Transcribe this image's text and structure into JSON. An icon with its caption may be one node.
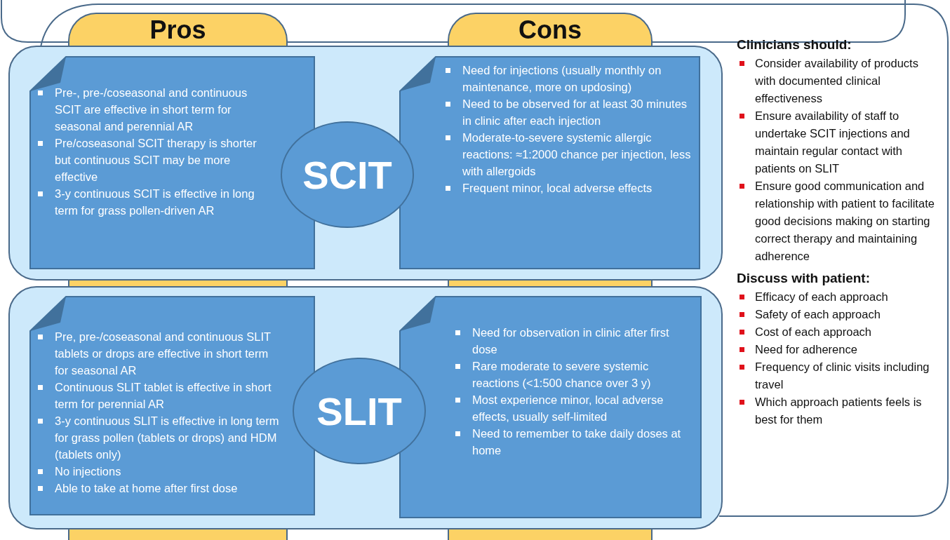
{
  "diagram": {
    "nodes": [
      {
        "text": [
          "Clinicians should:",
          "Consider availability of products with documented clinical effectiveness",
          "Ensure availability of staff to undertake SCIT injections and maintain regular contact with patients on SLIT",
          "Ensure good communication and relationship with patient to facilitate good decisions making on starting correct therapy and maintaining adherence",
          "Discuss with patient:",
          "Efficacy of each approach",
          "Safety  of each approach",
          "Cost of each approach",
          "Need for adherence",
          "Frequency of clinic visits including travel",
          "Which approach patients feels is best for them"
        ]
      },
      {
        "text": [
          "Pros"
        ],
        "in": 0
      },
      {
        "text": [
          "Cons"
        ],
        "in": 0
      },
      {
        "text": [],
        "shape": "box",
        "in": 0
      },
      {
        "text": [
          "Pre-, pre-/coseasonal and continuous SCIT are effective in short term for seasonal and perennial AR",
          "Pre/coseasonal SCIT therapy is shorter but continuous SCIT may be more effective",
          "3-y continuous SCIT is effective in long term for grass pollen-driven AR"
        ],
        "in": 3
      },
      {
        "text": [
          "SCIT"
        ],
        "in": 3
      },
      {
        "text": [
          "Need for injections (usually monthly on maintenance, more on updosing)",
          "Need to be observed for at least 30 minutes in clinic after each injection",
          "Moderate-to-severe systemic allergic reactions: ≈1:2000 chance per injection, less with allergoids",
          "Frequent minor, local adverse effects"
        ],
        "in": 3
      },
      {
        "text": [],
        "shape": "box",
        "in": 0
      },
      {
        "text": [
          "Pre, pre-/coseasonal and continuous SLIT tablets or drops are effective in short term for seasonal AR",
          "Continuous SLIT tablet is effective in short term for perennial AR",
          "3-y continuous SLIT is effective in long term for grass pollen (tablets or drops) and HDM (tablets only)",
          "No injections",
          "Able to take at home after first dose"
        ],
        "in": 7
      },
      {
        "text": [
          "SLIT"
        ],
        "in": 7
      },
      {
        "text": [
          "Need for observation in clinic after first dose",
          "Rare moderate to severe systemic reactions (<1:500 chance over 3 y)",
          "Most experience minor, local adverse effects, usually self-limited",
          "Need to remember to take daily doses at home"
        ],
        "in": 7
      }
    ]
  }
}
